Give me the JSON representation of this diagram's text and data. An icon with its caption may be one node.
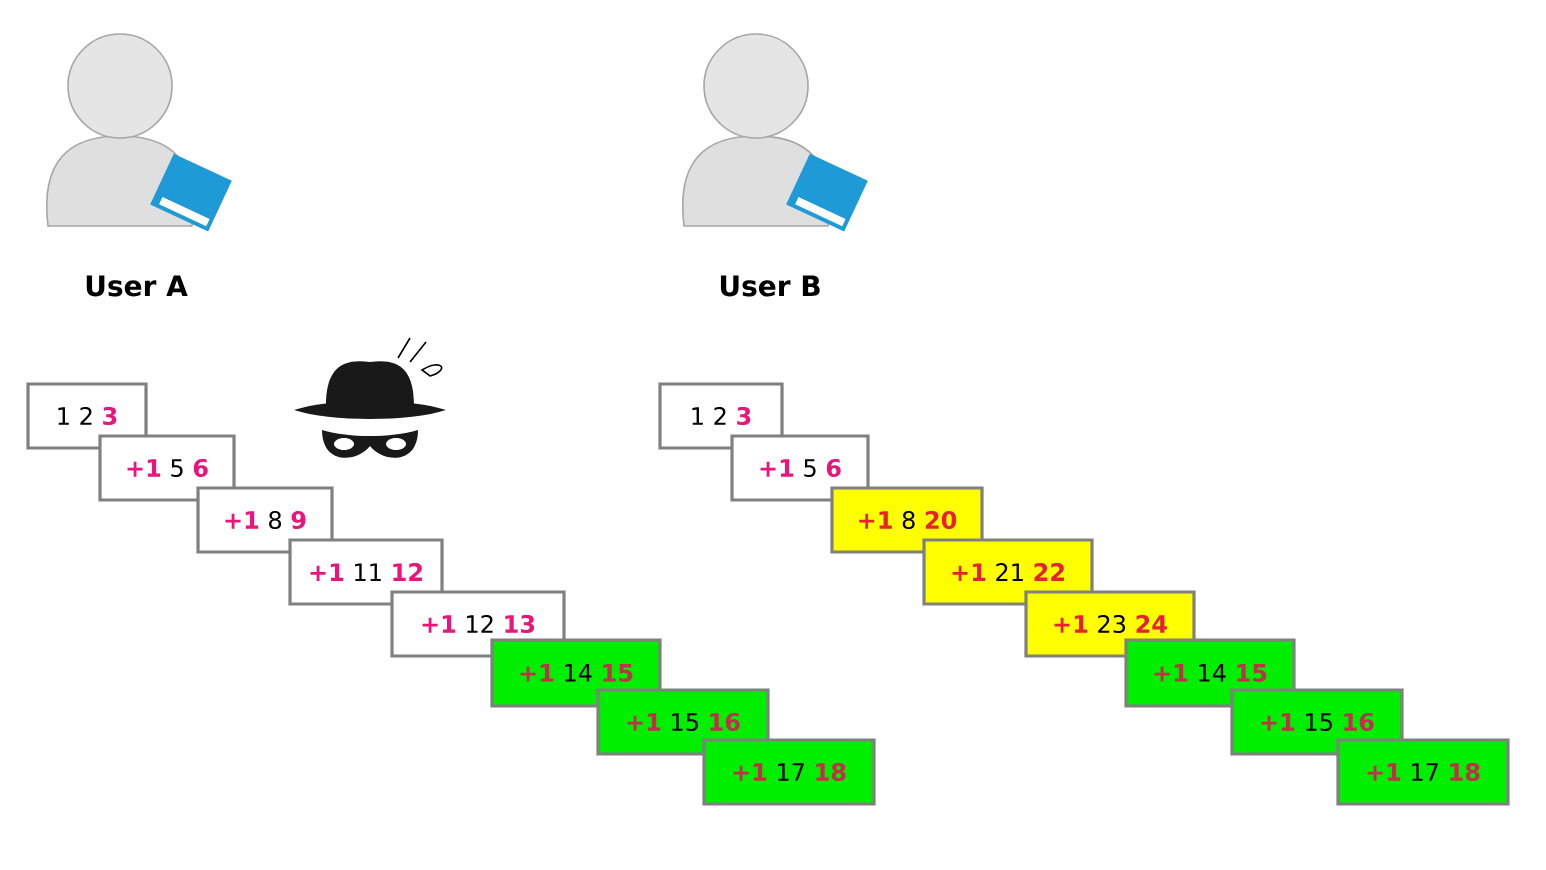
{
  "diagram": {
    "nodes": [
      {
        "text": [
          "1 2",
          "3"
        ]
      },
      {
        "text": [
          "+1",
          "5",
          "6"
        ]
      },
      {
        "text": [
          "+1",
          "8",
          "9"
        ]
      },
      {
        "text": [
          "+1",
          "11",
          "12"
        ]
      },
      {
        "text": [
          "+1",
          "12",
          "13"
        ]
      },
      {
        "text": [
          "+1",
          "14",
          "15"
        ]
      },
      {
        "text": [
          "+1",
          "15",
          "16"
        ]
      },
      {
        "text": [
          "+1",
          "17",
          "18"
        ]
      },
      {
        "text": [
          "1 2",
          "3"
        ]
      },
      {
        "text": [
          "+1",
          "5",
          "6"
        ]
      },
      {
        "text": [
          "+1",
          "8",
          "20"
        ]
      },
      {
        "text": [
          "+1",
          "21",
          "22"
        ]
      },
      {
        "text": [
          "+1",
          "23",
          "24"
        ]
      },
      {
        "text": [
          "+1",
          "14",
          "15"
        ]
      },
      {
        "text": [
          "+1",
          "15",
          "16"
        ]
      },
      {
        "text": [
          "+1",
          "17",
          "18"
        ]
      }
    ],
    "labels": [
      "User A",
      "User B"
    ]
  }
}
